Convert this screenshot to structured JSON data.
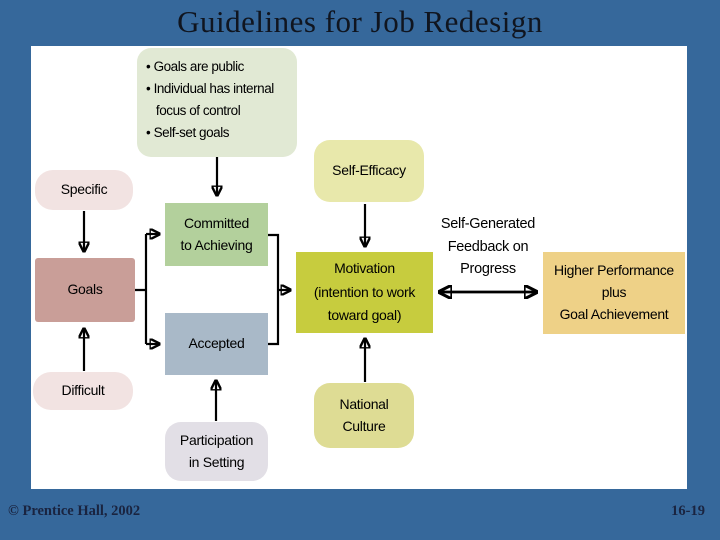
{
  "slide": {
    "title": "Guidelines for Job Redesign",
    "footer_left": "© Prentice Hall, 2002",
    "footer_right": "16-19"
  },
  "colors": {
    "bg_blue": "#36689b",
    "canvas_white": "#ffffff",
    "title_text": "#10151f",
    "footer_text": "#1a2440",
    "conditions_box": "#e1e9d4",
    "specific_box": "#f2e3e2",
    "goals_box": "#c99e98",
    "difficult_box": "#f2e3e2",
    "committed_box": "#b3d09c",
    "accepted_box": "#a9b9c8",
    "participation_box": "#e2dfe6",
    "self_efficacy_box": "#e8e8ab",
    "motivation_box": "#c7cc3e",
    "national_box": "#dedc94",
    "performance_box": "#eed187",
    "arrow_color": "#000000"
  },
  "diagram": {
    "conditions": "• Goals are public\n• Individual has internal\n   focus of control\n• Self-set goals",
    "specific": "Specific",
    "goals": "Goals",
    "difficult": "Difficult",
    "committed": "Committed\nto Achieving",
    "accepted": "Accepted",
    "participation": "Participation\nin Setting",
    "self_efficacy": "Self-Efficacy",
    "motivation": "Motivation\n(intention to work\ntoward goal)",
    "national_culture": "National\nCulture",
    "feedback_label": "Self-Generated\nFeedback on\nProgress",
    "higher_performance": "Higher Performance\nplus\nGoal Achievement",
    "edges": [
      {
        "from": "goal-setting-conditions",
        "to": "committed-to-achieving"
      },
      {
        "from": "specific",
        "to": "goals"
      },
      {
        "from": "difficult",
        "to": "goals"
      },
      {
        "from": "goals",
        "to": "committed-to-achieving"
      },
      {
        "from": "goals",
        "to": "accepted"
      },
      {
        "from": "committed-to-achieving",
        "to": "motivation"
      },
      {
        "from": "accepted",
        "to": "motivation"
      },
      {
        "from": "self-efficacy",
        "to": "motivation"
      },
      {
        "from": "participation-in-setting",
        "to": "accepted"
      },
      {
        "from": "national-culture",
        "to": "motivation"
      },
      {
        "from": "motivation",
        "to": "higher-performance",
        "bidirectional": true,
        "label": "Self-Generated Feedback on Progress"
      }
    ]
  }
}
